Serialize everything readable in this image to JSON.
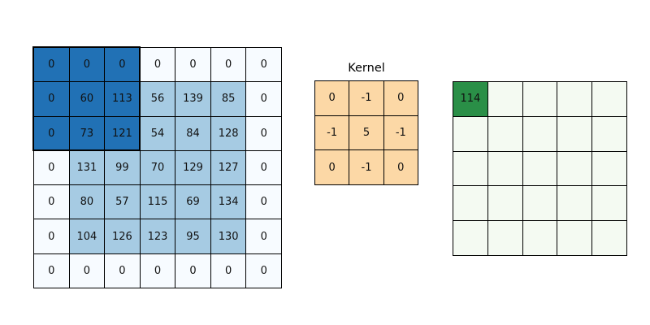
{
  "figure": {
    "background": "#ffffff",
    "border_color": "#000000",
    "text_color": "#111111"
  },
  "input_grid": {
    "rows": 7,
    "cols": 7,
    "values": [
      [
        0,
        0,
        0,
        0,
        0,
        0,
        0
      ],
      [
        0,
        60,
        113,
        56,
        139,
        85,
        0
      ],
      [
        0,
        73,
        121,
        54,
        84,
        128,
        0
      ],
      [
        0,
        131,
        99,
        70,
        129,
        127,
        0
      ],
      [
        0,
        80,
        57,
        115,
        69,
        134,
        0
      ],
      [
        0,
        104,
        126,
        123,
        95,
        130,
        0
      ],
      [
        0,
        0,
        0,
        0,
        0,
        0,
        0
      ]
    ],
    "window": {
      "row": 0,
      "col": 0,
      "size": 3
    },
    "colors": {
      "padding": "#f7fbff",
      "interior": "#a6cbe3",
      "window": "#2171b5"
    }
  },
  "kernel": {
    "title": "Kernel",
    "rows": 3,
    "cols": 3,
    "values": [
      [
        0,
        -1,
        0
      ],
      [
        -1,
        5,
        -1
      ],
      [
        0,
        -1,
        0
      ]
    ],
    "color": "#fcd8a6"
  },
  "output_grid": {
    "rows": 5,
    "cols": 5,
    "values": [
      [
        114,
        null,
        null,
        null,
        null
      ],
      [
        null,
        null,
        null,
        null,
        null
      ],
      [
        null,
        null,
        null,
        null,
        null
      ],
      [
        null,
        null,
        null,
        null,
        null
      ],
      [
        null,
        null,
        null,
        null,
        null
      ]
    ],
    "highlight": {
      "row": 0,
      "col": 0
    },
    "colors": {
      "cell": "#f4faf2",
      "highlight": "#2a8f47"
    }
  }
}
